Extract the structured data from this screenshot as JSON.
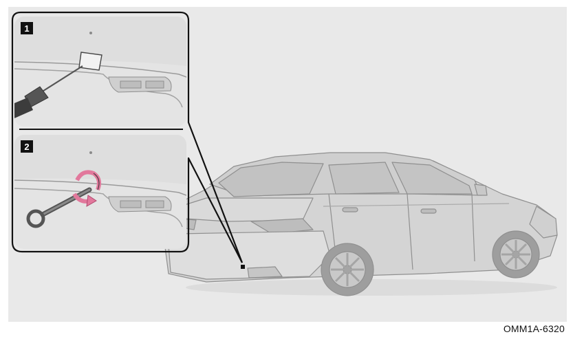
{
  "steps": [
    {
      "number": "1"
    },
    {
      "number": "2"
    }
  ],
  "figure_code": "OMM1A-6320",
  "colors": {
    "panel_bg": "#e9e9e9",
    "inset_border": "#111111",
    "car_body": "#d6d6d6",
    "arrow_accent": "#e2789c"
  }
}
